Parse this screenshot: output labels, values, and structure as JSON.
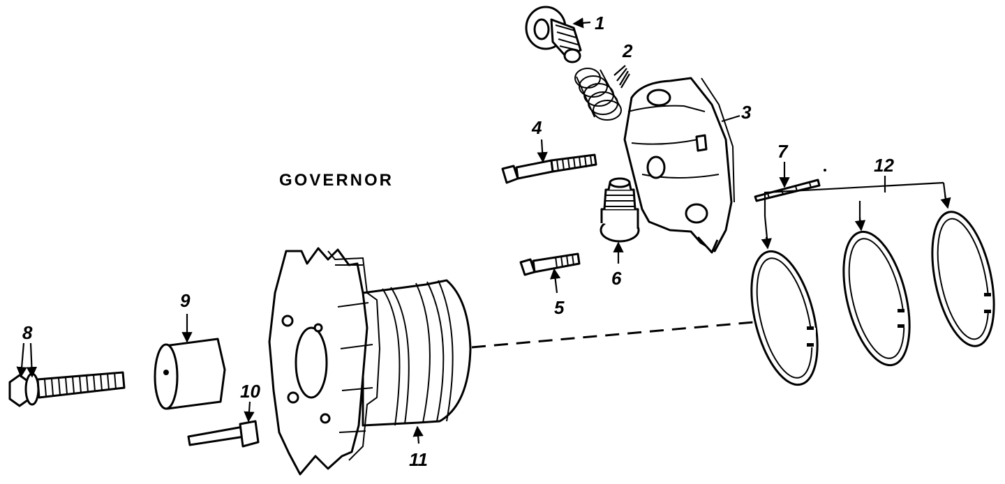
{
  "diagram": {
    "title": "GOVERNOR",
    "callouts": [
      "1",
      "2",
      "3",
      "4",
      "5",
      "6",
      "7",
      "8",
      "9",
      "10",
      "11",
      "12"
    ]
  }
}
